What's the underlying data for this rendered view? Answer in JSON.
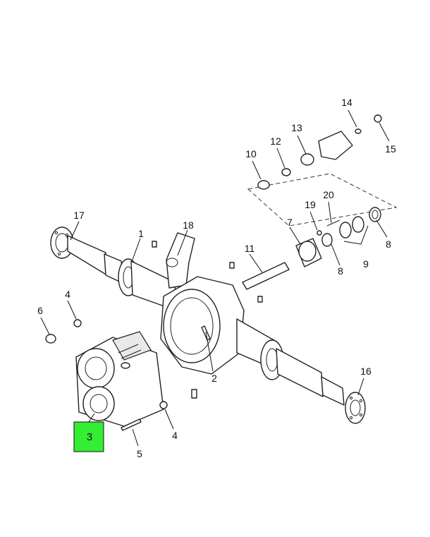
{
  "diagram": {
    "callouts": [
      {
        "id": "c1",
        "label": "1"
      },
      {
        "id": "c2",
        "label": "2"
      },
      {
        "id": "c3",
        "label": "3"
      },
      {
        "id": "c4a",
        "label": "4"
      },
      {
        "id": "c4b",
        "label": "4"
      },
      {
        "id": "c5",
        "label": "5"
      },
      {
        "id": "c6",
        "label": "6"
      },
      {
        "id": "c7",
        "label": "7"
      },
      {
        "id": "c8a",
        "label": "8"
      },
      {
        "id": "c8b",
        "label": "8"
      },
      {
        "id": "c9",
        "label": "9"
      },
      {
        "id": "c10",
        "label": "10"
      },
      {
        "id": "c11",
        "label": "11"
      },
      {
        "id": "c12",
        "label": "12"
      },
      {
        "id": "c13",
        "label": "13"
      },
      {
        "id": "c14",
        "label": "14"
      },
      {
        "id": "c15",
        "label": "15"
      },
      {
        "id": "c16",
        "label": "16"
      },
      {
        "id": "c17",
        "label": "17"
      },
      {
        "id": "c18",
        "label": "18"
      },
      {
        "id": "c19",
        "label": "19"
      },
      {
        "id": "c20",
        "label": "20"
      }
    ],
    "highlight": {
      "callout": "3",
      "color": "#33ee33"
    }
  }
}
